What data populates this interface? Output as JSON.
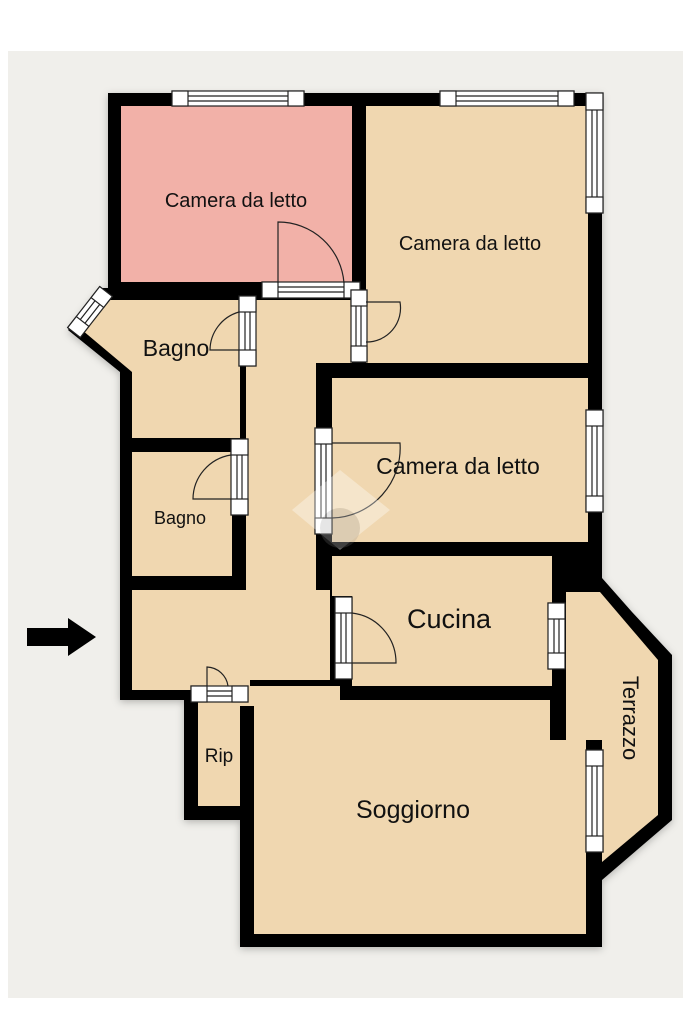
{
  "floorplan": {
    "colors": {
      "background": "#f0efeb",
      "room_fill": "#f0d7b0",
      "highlight_fill": "#f2b1a8",
      "wall": "#000000",
      "window_fill": "#ffffff"
    },
    "entrance_arrow": "arrow-right-icon",
    "rooms": [
      {
        "id": "bedroom-1",
        "label": "Camera da letto",
        "highlighted": true
      },
      {
        "id": "bedroom-2",
        "label": "Camera da letto",
        "highlighted": false
      },
      {
        "id": "bathroom-1",
        "label": "Bagno",
        "highlighted": false
      },
      {
        "id": "bathroom-2",
        "label": "Bagno",
        "highlighted": false
      },
      {
        "id": "bedroom-3",
        "label": "Camera da letto",
        "highlighted": false
      },
      {
        "id": "kitchen",
        "label": "Cucina",
        "highlighted": false
      },
      {
        "id": "terrace",
        "label": "Terrazzo",
        "highlighted": false
      },
      {
        "id": "storage",
        "label": "Rip",
        "highlighted": false
      },
      {
        "id": "living-room",
        "label": "Soggiorno",
        "highlighted": false
      }
    ]
  }
}
